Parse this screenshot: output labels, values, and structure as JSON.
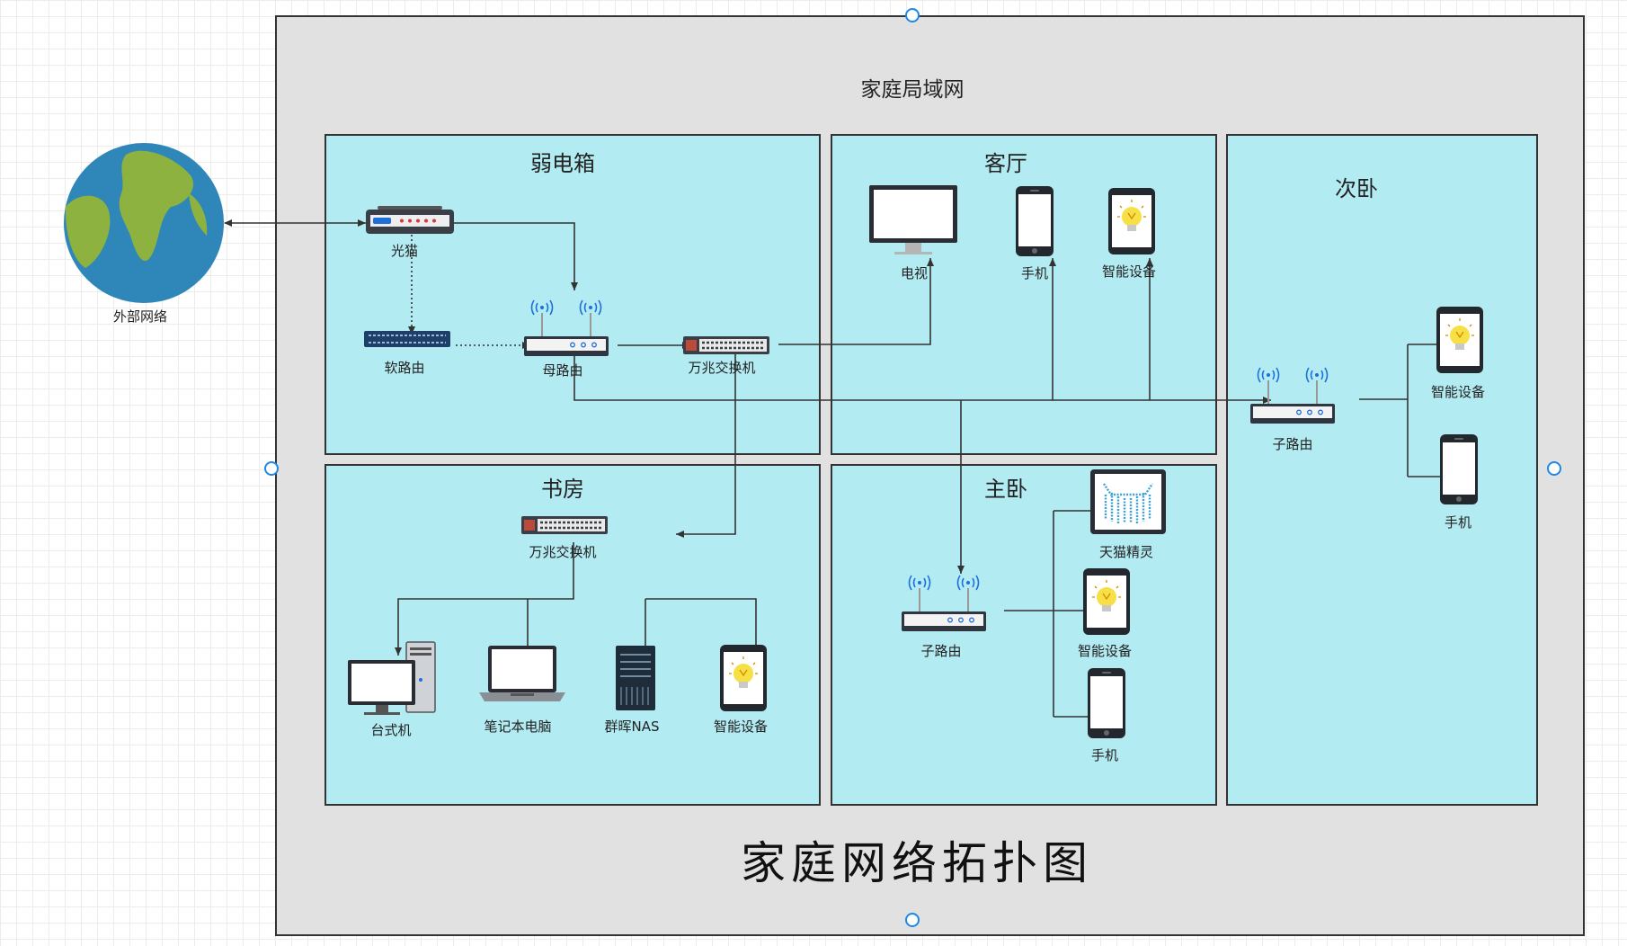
{
  "diagram": {
    "lan_title": "家庭局域网",
    "main_title": "家庭网络拓扑图",
    "external": {
      "label": "外部网络"
    },
    "rooms": {
      "ruodian": {
        "title": "弱电箱",
        "devices": {
          "modem": "光猫",
          "soft_router": "软路由",
          "main_router": "母路由",
          "switch": "万兆交换机"
        }
      },
      "living": {
        "title": "客厅",
        "devices": {
          "tv": "电视",
          "phone": "手机",
          "smart": "智能设备"
        }
      },
      "second_bedroom": {
        "title": "次卧",
        "devices": {
          "router": "子路由",
          "smart": "智能设备",
          "phone": "手机"
        }
      },
      "study": {
        "title": "书房",
        "devices": {
          "switch": "万兆交换机",
          "desktop": "台式机",
          "laptop": "笔记本电脑",
          "nas": "群晖NAS",
          "smart": "智能设备"
        }
      },
      "master_bedroom": {
        "title": "主卧",
        "devices": {
          "router": "子路由",
          "tmall": "天猫精灵",
          "smart": "智能设备",
          "phone": "手机"
        }
      }
    },
    "colors": {
      "room_fill": "#b3ebf2",
      "lan_fill": "#e1e1e1",
      "line": "#333333",
      "selection": "#1e88e5"
    }
  }
}
